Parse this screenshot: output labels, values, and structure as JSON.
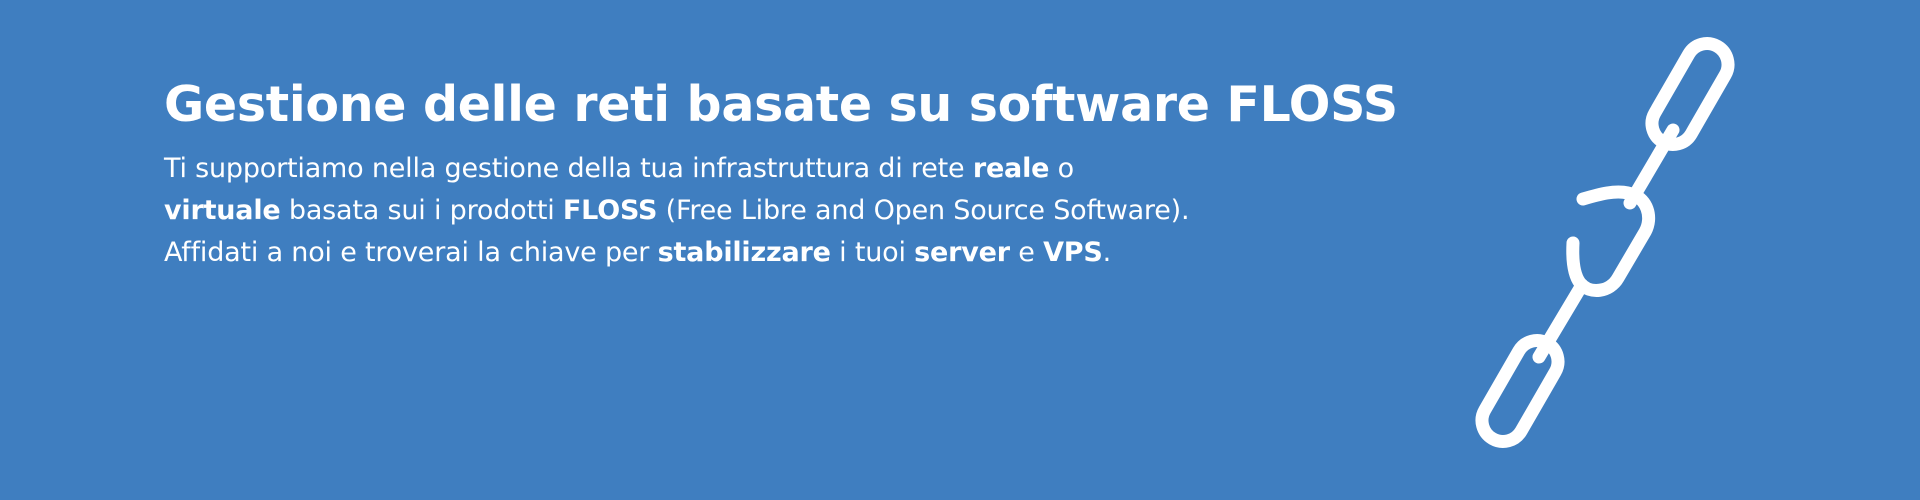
{
  "banner": {
    "background_color": "#3f7ec0",
    "text_color": "#ffffff",
    "title": "Gestione delle reti basate su software FLOSS",
    "description": {
      "line1": {
        "t1": "Ti supportiamo nella gestione della tua infrastruttura di rete ",
        "b1": "reale",
        "t2": " o"
      },
      "line2": {
        "b1": "virtuale",
        "t1": " basata sui i prodotti ",
        "b2": "FLOSS",
        "t2": " (Free Libre and Open Source Software)."
      },
      "line3": {
        "t1": "Affidati a noi e troverai la chiave per ",
        "b1": "stabilizzare",
        "t2": " i tuoi ",
        "b2": "server",
        "t3": " e ",
        "b3": "VPS",
        "t4": "."
      }
    },
    "icon": "broken-chain-icon"
  }
}
